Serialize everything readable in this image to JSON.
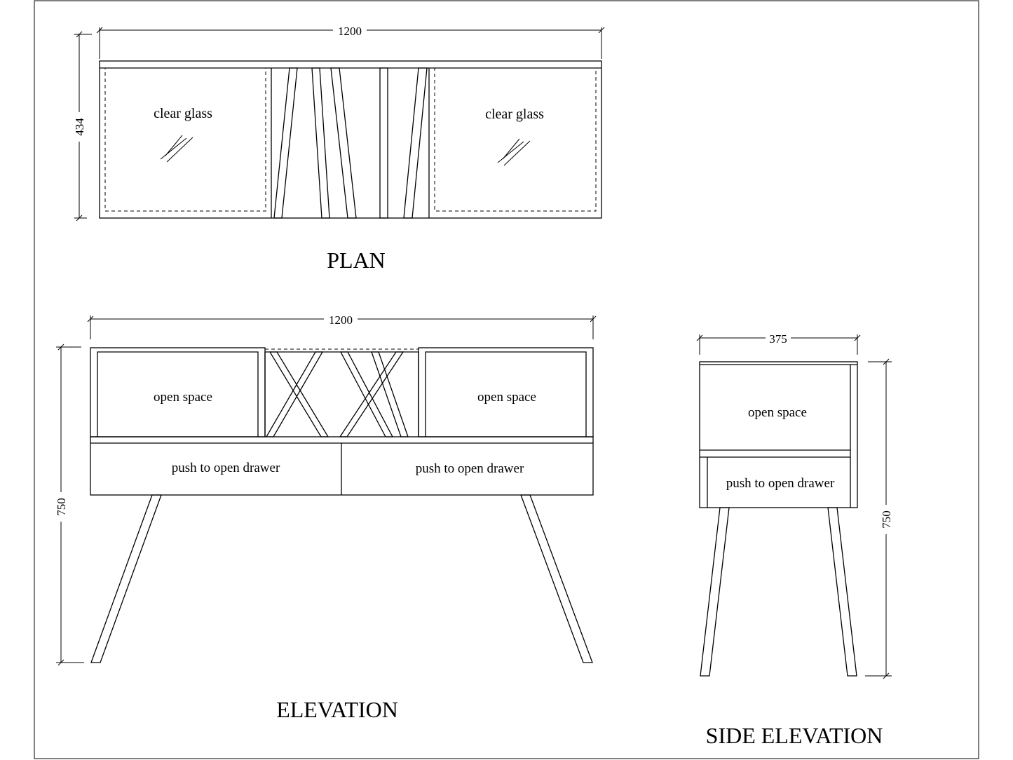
{
  "plan": {
    "title": "PLAN",
    "width_dim": "1200",
    "depth_dim": "434",
    "left_label": "clear glass",
    "right_label": "clear glass"
  },
  "elevation": {
    "title": "ELEVATION",
    "width_dim": "1200",
    "height_dim": "750",
    "left_open": "open space",
    "right_open": "open space",
    "left_drawer": "push to open drawer",
    "right_drawer": "push to open drawer"
  },
  "side_elevation": {
    "title": "SIDE ELEVATION",
    "width_dim": "375",
    "height_dim": "750",
    "open": "open space",
    "drawer": "push to open drawer"
  }
}
